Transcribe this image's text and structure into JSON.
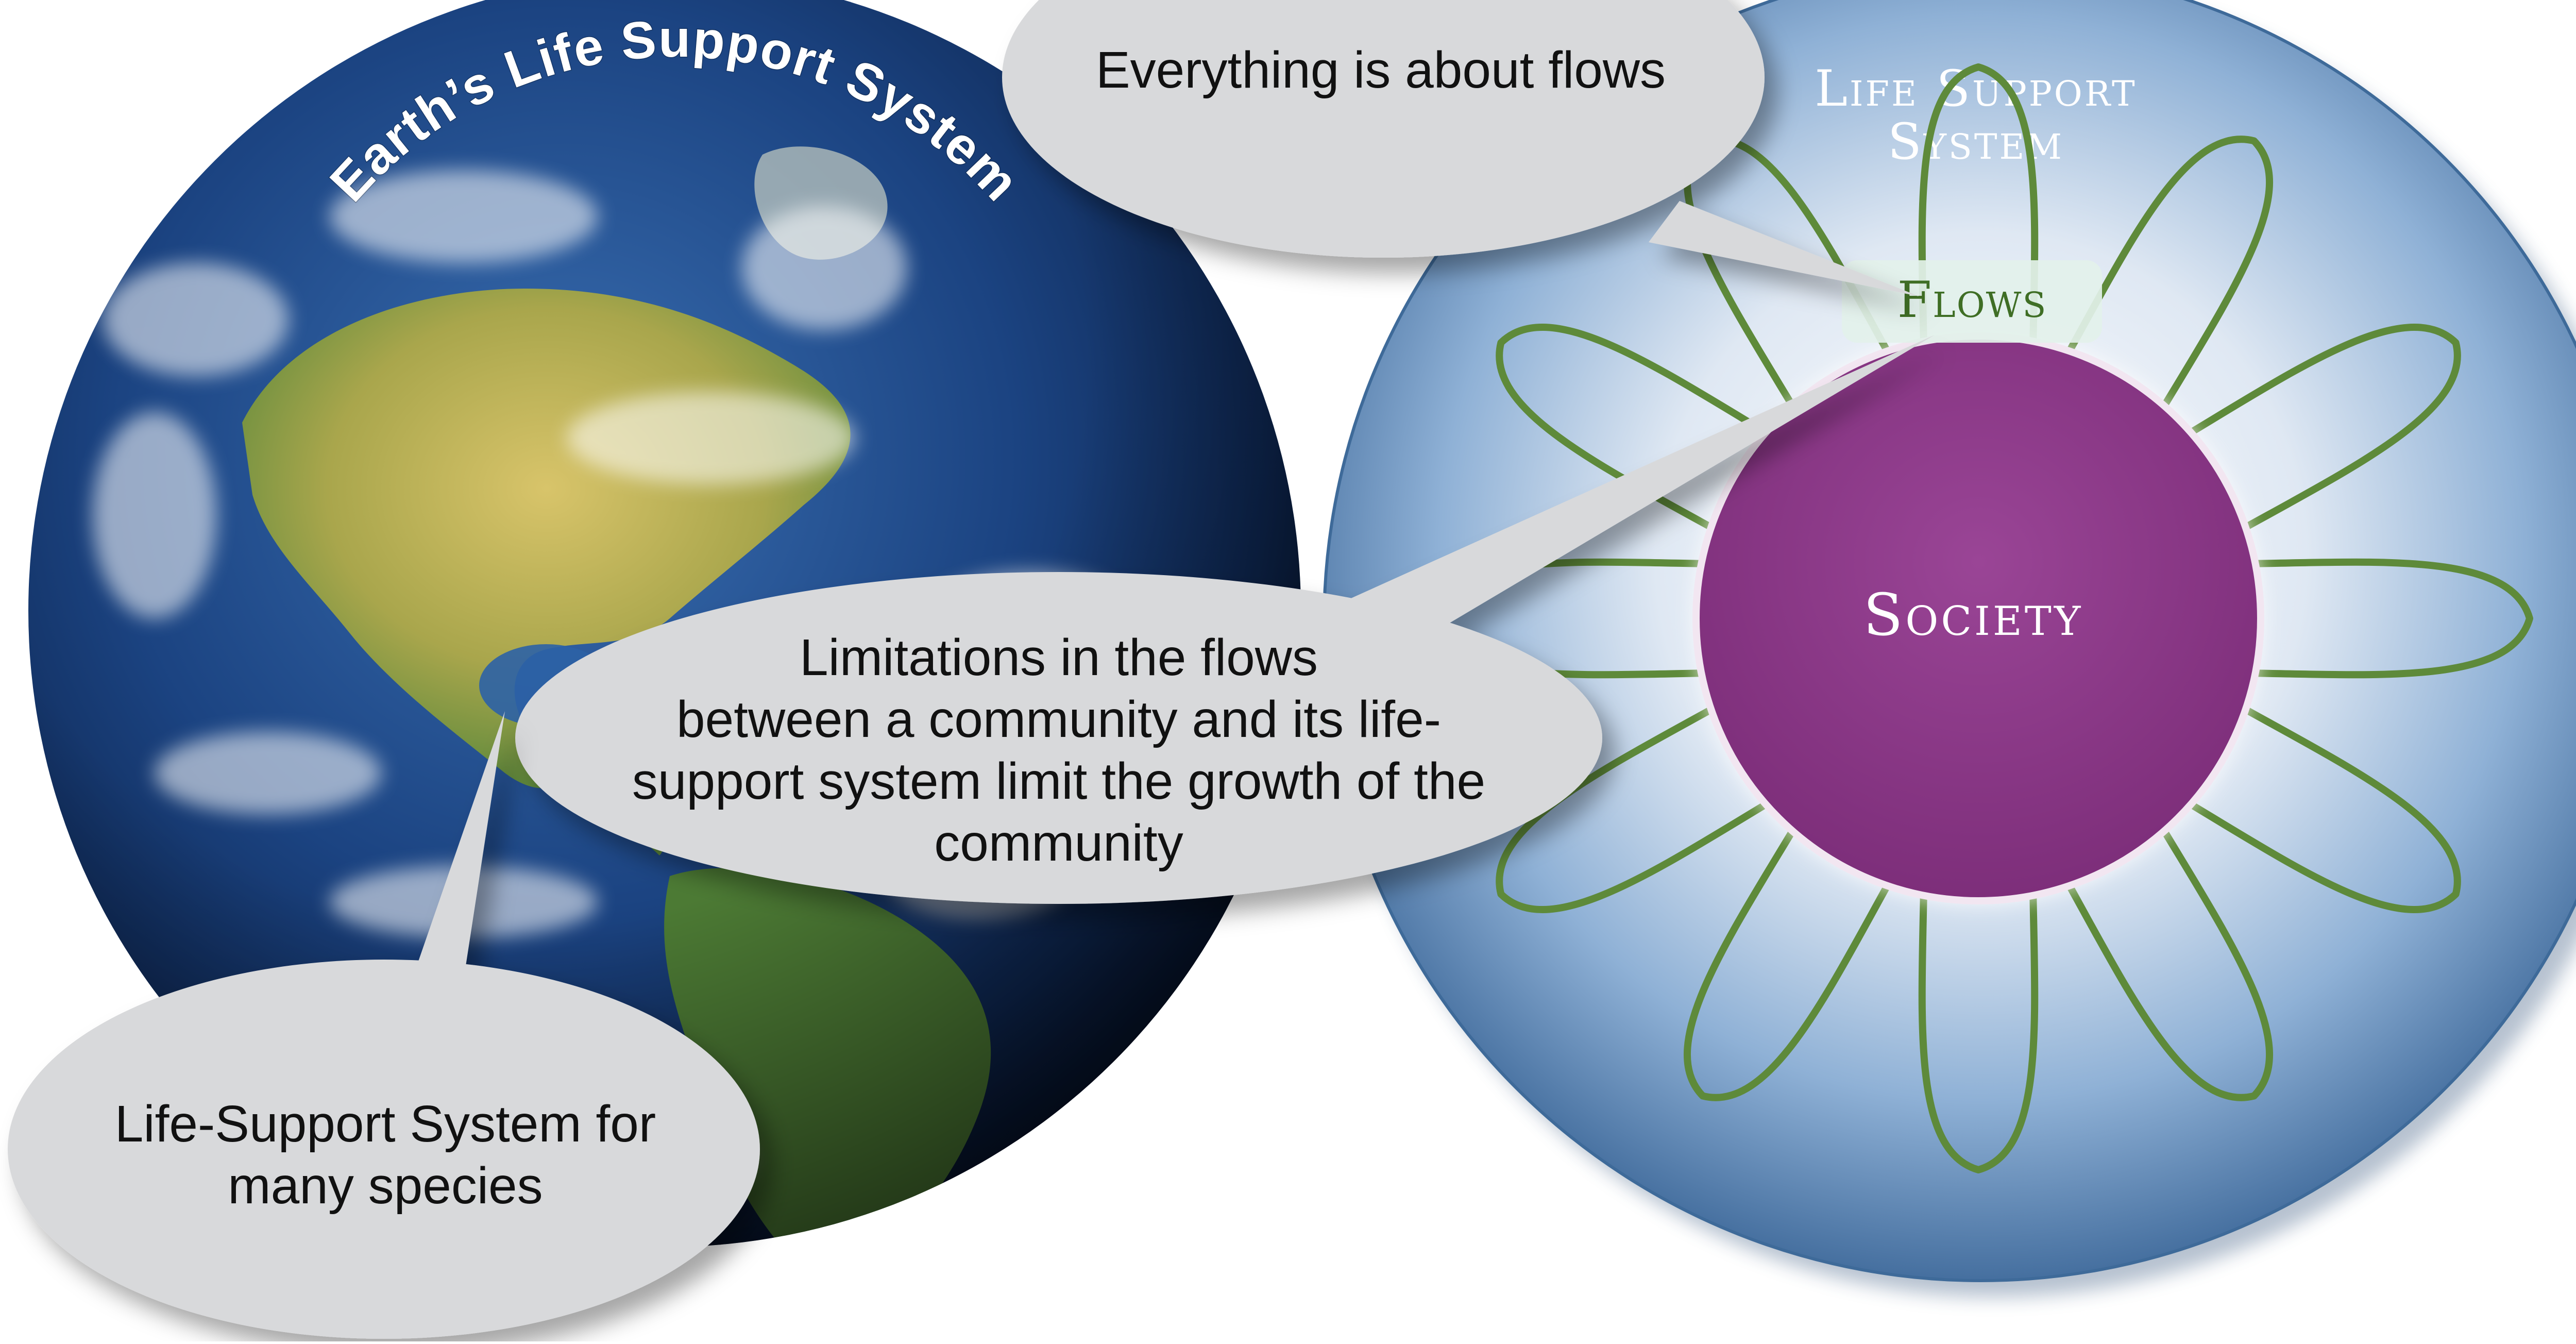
{
  "earth": {
    "title": "Earth’s Life Support System"
  },
  "life_support": {
    "label_line1": "Life Support",
    "label_line2": "System",
    "flows_label": "Flows",
    "society_label": "Society"
  },
  "callouts": {
    "flows_bubble": "Everything is about flows",
    "limitations_line1": "Limitations in the flows",
    "limitations_line2": "between a community and its life-",
    "limitations_line3": "support system limit the growth of the",
    "limitations_line4": "community",
    "species_line1": "Life-Support System for",
    "species_line2": "many species"
  },
  "colors": {
    "ocean": "#1c3f7a",
    "land": "#c9b25a",
    "sphere": "#7aa0cc",
    "society": "#8e3a8a",
    "flows": "#5e8a3a",
    "bubble": "#d8d9db"
  }
}
